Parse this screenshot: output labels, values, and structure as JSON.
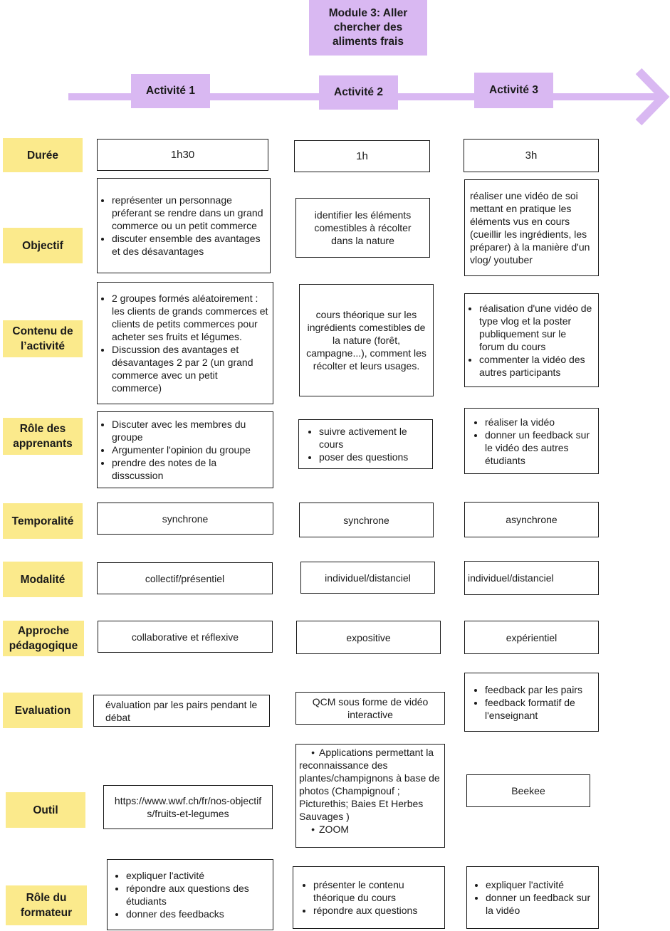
{
  "module_title": "Module 3: Aller chercher des aliments frais",
  "activities": [
    "Activité 1",
    "Activité 2",
    "Activité 3"
  ],
  "row_labels": {
    "duree": "Durée",
    "objectif": "Objectif",
    "contenu": "Contenu de l’activité",
    "role_apprenants": "Rôle des apprenants",
    "temporalite": "Temporalité",
    "modalite": "Modalité",
    "approche": "Approche pédagogique",
    "evaluation": "Evaluation",
    "outil": "Outil",
    "role_formateur": "Rôle du formateur"
  },
  "duree": [
    "1h30",
    "1h",
    "3h"
  ],
  "objectif": {
    "a1": [
      "représenter un personnage préferant se rendre dans un grand commerce ou un petit commerce",
      "discuter ensemble des avantages et des désavantages"
    ],
    "a2": "identifier les éléments comestibles à récolter dans la nature",
    "a3": "réaliser une vidéo de soi mettant en pratique les éléments vus en cours (cueillir les ingrédients, les préparer) à la manière d'un vlog/ youtuber"
  },
  "contenu": {
    "a1": [
      "2 groupes formés aléatoirement : les clients de grands commerces et clients de petits commerces  pour acheter ses fruits et légumes.",
      "Discussion des avantages et désavantages 2 par 2 (un grand commerce avec un petit commerce)"
    ],
    "a2": "cours théorique sur les ingrédients comestibles de la nature (forêt, campagne...), comment les récolter et leurs usages.",
    "a3": [
      "réalisation d'une vidéo de type vlog et la poster publiquement sur le forum du cours",
      "commenter la vidéo des autres participants"
    ]
  },
  "role_apprenants": {
    "a1": [
      "Discuter avec les membres du groupe",
      "Argumenter l'opinion du groupe",
      "prendre des notes de la disscussion"
    ],
    "a2": [
      "suivre activement le cours",
      "poser des questions"
    ],
    "a3": [
      "réaliser la vidéo",
      "donner un feedback sur le vidéo des autres étudiants"
    ]
  },
  "temporalite": [
    "synchrone",
    "synchrone",
    "asynchrone"
  ],
  "modalite": [
    "collectif/présentiel",
    "individuel/distanciel",
    "individuel/distanciel"
  ],
  "approche": [
    "collaborative et réflexive",
    "expositive",
    "expérientiel"
  ],
  "evaluation": {
    "a1": "évaluation par les pairs pendant le débat",
    "a2": "QCM sous forme de vidéo interactive",
    "a3": [
      "feedback par les pairs",
      "feedback formatif de l'enseignant"
    ]
  },
  "outil": {
    "a1": "https://www.wwf.ch/fr/nos-objectifs/fruits-et-legumes",
    "a2_items": [
      "Applications permettant la reconnaissance des plantes/champignons à base de photos (Champignouf ; Picturethis; Baies Et Herbes Sauvages )",
      "ZOOM"
    ],
    "a3": "Beekee"
  },
  "role_formateur": {
    "a1": [
      "expliquer l'activité",
      "répondre aux questions des étudiants",
      "donner des feedbacks"
    ],
    "a2": [
      "présenter le contenu théorique du cours",
      "répondre aux questions"
    ],
    "a3": [
      "expliquer l'activité",
      "donner un feedback sur la vidéo"
    ]
  },
  "colors": {
    "purple": "#d9b8f2",
    "yellow": "#fbea8c",
    "arrow": "#d9b8f2"
  }
}
